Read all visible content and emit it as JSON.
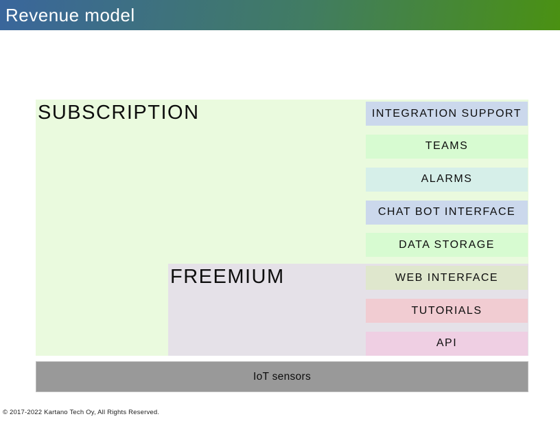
{
  "header": {
    "title": "Revenue model",
    "gradient": "linear-gradient(100deg, #3a669c 0%, #417c62 55%, #4a9112 100%)"
  },
  "diagram": {
    "subscription": {
      "label": "SUBSCRIPTION",
      "color": "#eafade"
    },
    "freemium": {
      "label": "FREEMIUM",
      "color": "#e5e1e8"
    },
    "features": [
      {
        "label": "INTEGRATION SUPPORT",
        "color": "#cbd8ec",
        "tier": "subscription"
      },
      {
        "label": "TEAMS",
        "color": "#d7fbd1",
        "tier": "subscription"
      },
      {
        "label": "ALARMS",
        "color": "#d6efe9",
        "tier": "subscription"
      },
      {
        "label": "CHAT BOT INTERFACE",
        "color": "#cbd8ec",
        "tier": "subscription"
      },
      {
        "label": "DATA STORAGE",
        "color": "#d7fbd1",
        "tier": "subscription"
      },
      {
        "label": "WEB INTERFACE",
        "color": "#dfe7cd",
        "tier": "freemium"
      },
      {
        "label": "TUTORIALS",
        "color": "#f1ccd2",
        "tier": "freemium"
      },
      {
        "label": "API",
        "color": "#efcfe3",
        "tier": "freemium"
      }
    ],
    "base": {
      "label": "IoT sensors",
      "color": "#999999"
    }
  },
  "footer": {
    "copyright": "© 2017-2022 Kartano Tech Oy, All Rights Reserved."
  }
}
